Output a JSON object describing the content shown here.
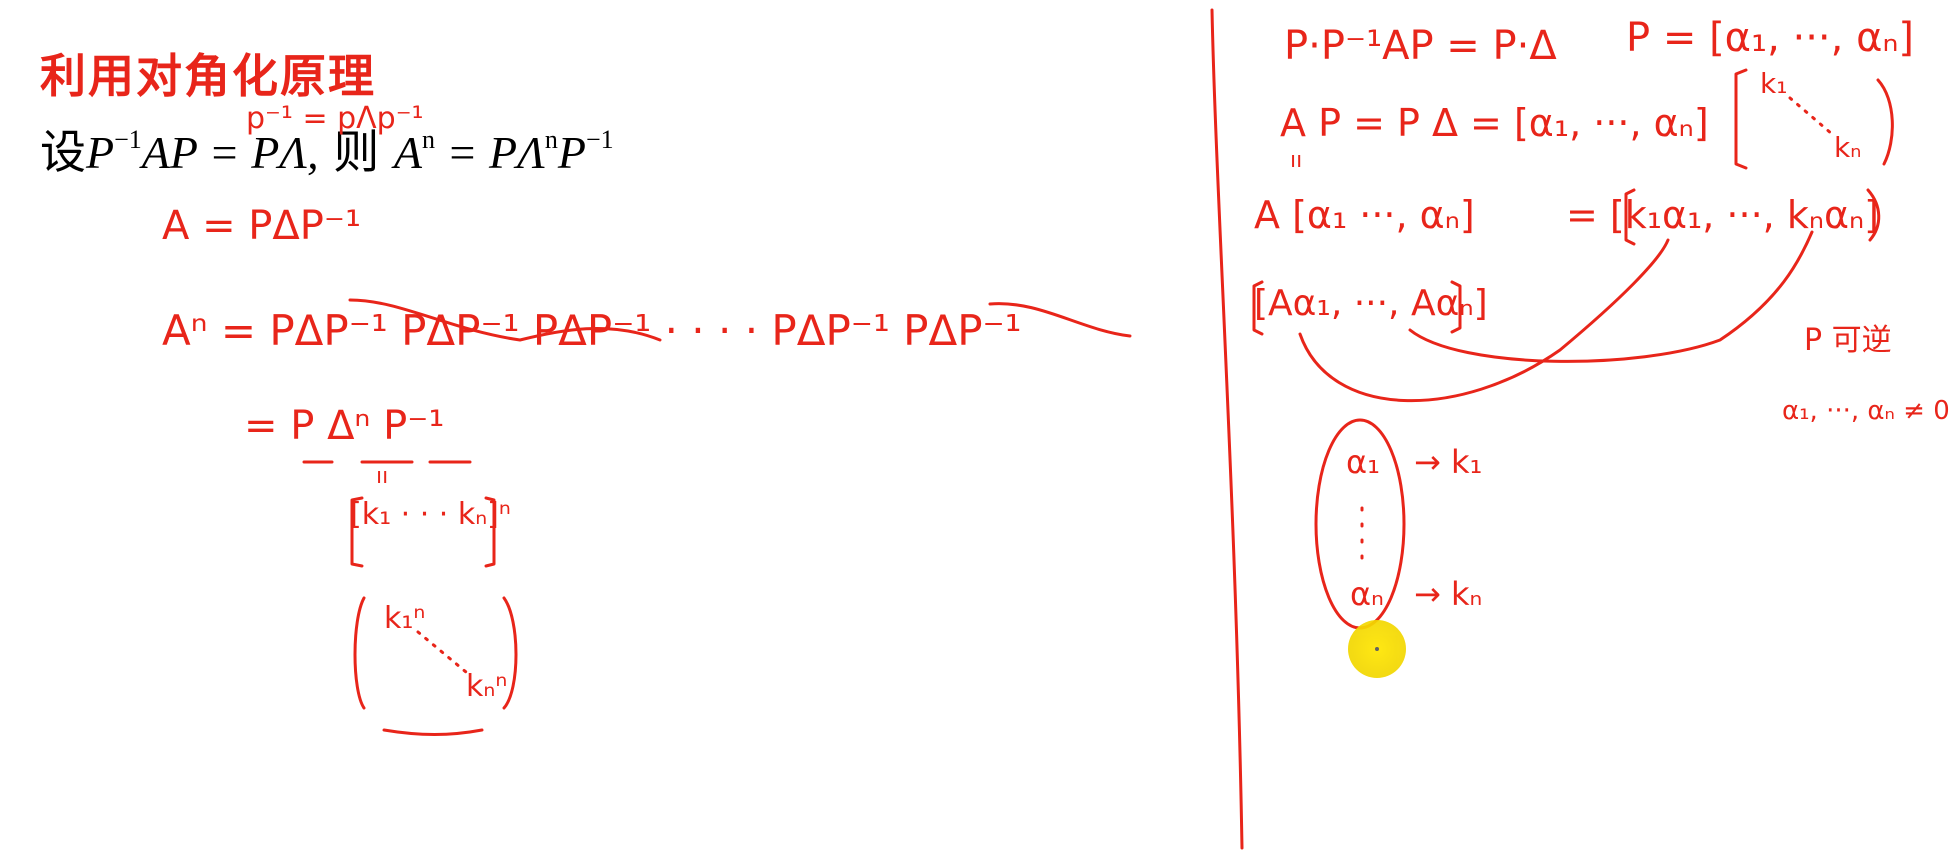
{
  "title": "利用对角化原理",
  "formula": {
    "prefix": "设",
    "lhs_base": "P",
    "lhs_exp": "−1",
    "lhs_tail": "AP = PΛ,",
    "then": "则",
    "an_base": "A",
    "an_exp": "n",
    "eq": " = PΛ",
    "lambda_exp": "n",
    "tail_base": "P",
    "tail_exp": "−1"
  },
  "handwriting": {
    "left": {
      "overwrite": "p⁻¹ = pΛp⁻¹",
      "line1": "A = PΔP⁻¹",
      "line2": "Aⁿ = PΔP⁻¹ PΔP⁻¹ PΔP⁻¹ · · · ·   PΔP⁻¹ PΔP⁻¹",
      "line3": "= P  Δⁿ P⁻¹",
      "eq_mark": "ıı",
      "matrix1": "[k₁ · · · kₙ]ⁿ",
      "matrix2_top": "k₁ⁿ",
      "matrix2_bottom": "kₙⁿ"
    },
    "right": {
      "line1": "P·P⁻¹AP = P·Δ",
      "line2": "P = [α₁, ···, αₙ]",
      "line3": "A P =   P Δ = [α₁, ···, αₙ]",
      "diag_top": "k₁",
      "diag_bottom": "kₙ",
      "line4": "A [α₁ ···, αₙ]",
      "line5": "= [k₁α₁, ···,  kₙαₙ]",
      "line6": "[Aα₁, ···, Aαₙ]",
      "note1": "P 可逆",
      "note2": "α₁, ···, αₙ ≠ 0",
      "vec_top": "α₁",
      "vec_bottom": "αₙ",
      "map_top": "→ k₁",
      "map_bottom": "→ kₙ",
      "eq_mark": "ıı"
    }
  },
  "colors": {
    "ink": "#e8251a",
    "text": "#000000",
    "pointer": "#f4d900"
  }
}
